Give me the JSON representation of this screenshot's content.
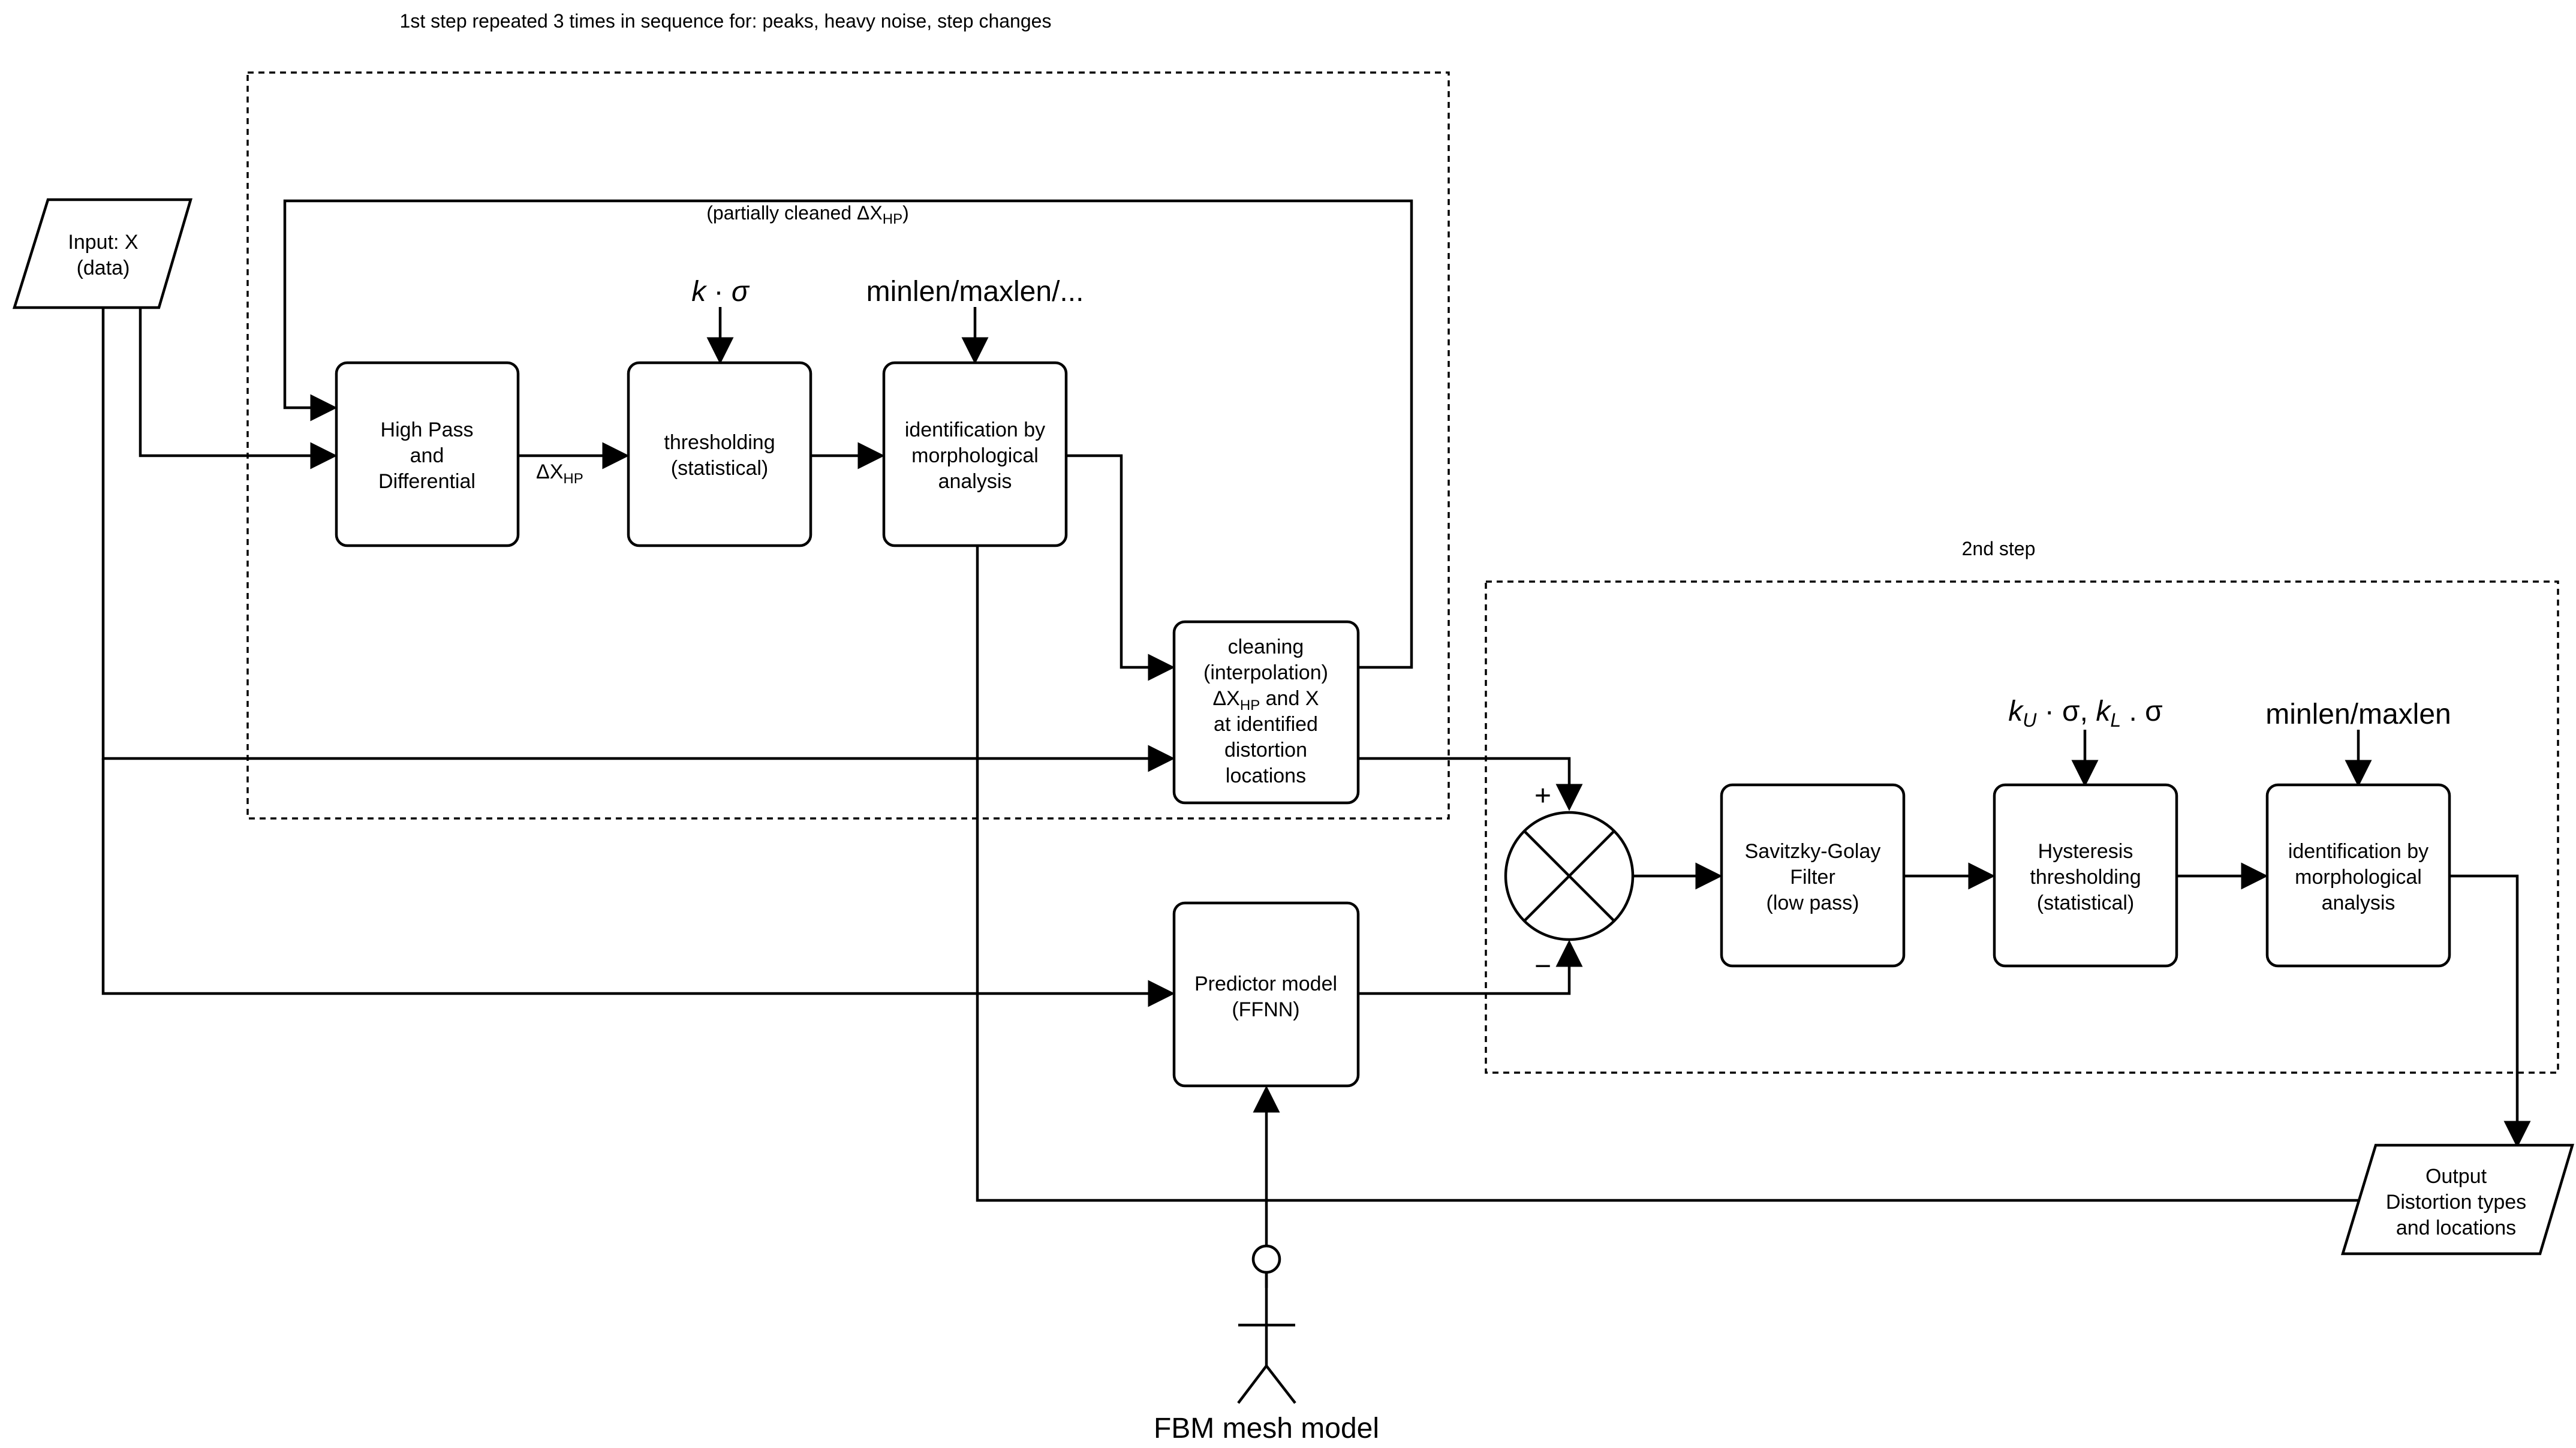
{
  "header": {
    "step1_caption": "1st step repeated 3 times in sequence for: peaks, heavy noise, step changes",
    "step2_caption": "2nd step"
  },
  "feedback": {
    "prefix": "(partially cleaned ΔX",
    "subscript": "HP",
    "suffix": ")"
  },
  "input": {
    "line1": "Input: X",
    "line2": "(data)"
  },
  "output": {
    "line1": "Output",
    "line2": "Distortion types",
    "line3": "and locations"
  },
  "step1": {
    "highpass": {
      "line1": "High Pass",
      "line2": "and",
      "line3": "Differential"
    },
    "delta_label": {
      "main": "ΔX",
      "subscript": "HP"
    },
    "threshold": {
      "line1": "thresholding",
      "line2": "(statistical)"
    },
    "threshold_param": {
      "k": "k",
      "dot": " · ",
      "sigma": "σ"
    },
    "identification": {
      "line1": "identification by",
      "line2": "morphological",
      "line3": "analysis"
    },
    "morph_param": "minlen/maxlen/...",
    "cleaning": {
      "line1": "cleaning",
      "line2": "(interpolation)",
      "line3_main": "ΔX",
      "line3_sub": "HP",
      "line3_suffix": " and X",
      "line4": "at identified",
      "line5": "distortion",
      "line6": "locations"
    }
  },
  "predictor": {
    "line1": "Predictor model",
    "line2": "(FFNN)"
  },
  "actor_label": "FBM mesh model",
  "sum_node": {
    "plus": "+",
    "minus": "−"
  },
  "step2": {
    "savgol": {
      "line1": "Savitzky-Golay",
      "line2": "Filter",
      "line3": "(low pass)"
    },
    "hysteresis": {
      "line1": "Hysteresis",
      "line2": "thresholding",
      "line3": "(statistical)"
    },
    "hysteresis_param": {
      "k1": "k",
      "k1_sub": "U",
      "mid": " · σ, ",
      "k2": "k",
      "k2_sub": "L",
      "end": " . σ"
    },
    "identification": {
      "line1": "identification by",
      "line2": "morphological",
      "line3": "analysis"
    },
    "morph_param": "minlen/maxlen"
  }
}
